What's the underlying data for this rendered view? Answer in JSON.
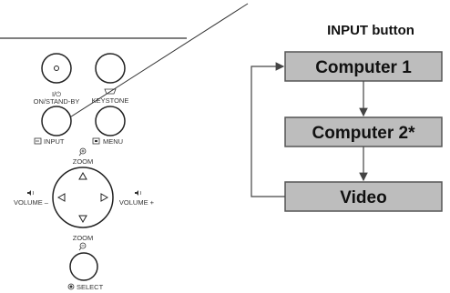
{
  "remote": {
    "power_label": "I/⏻ ON/STAND-BY",
    "keystone_label": "KEYSTONE",
    "input_label": "INPUT",
    "menu_label": "MENU",
    "zoom_top_label": "ZOOM",
    "zoom_bottom_label": "ZOOM",
    "volume_minus_label": "VOLUME –",
    "volume_plus_label": "VOLUME +",
    "select_label": "SELECT"
  },
  "cycle": {
    "heading": "INPUT button",
    "items": [
      "Computer 1",
      "Computer 2*",
      "Video"
    ],
    "box_color": "#bdbdbd",
    "border_color": "#555555"
  }
}
